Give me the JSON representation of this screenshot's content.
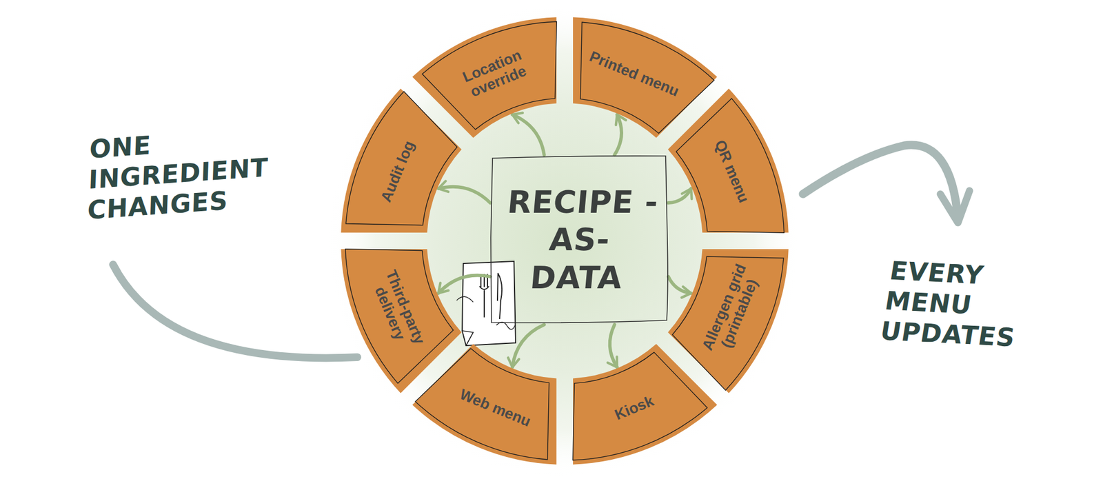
{
  "diagram": {
    "nodes": [
      {
        "text": [
          "RECIPE -AS- DATA"
        ]
      },
      {
        "text": [
          "Location override"
        ]
      },
      {
        "text": [
          "Printed menu"
        ]
      },
      {
        "text": [
          "QR menu"
        ]
      },
      {
        "text": [
          "Allergen grid (printable)"
        ]
      },
      {
        "text": [
          "Kiosk"
        ]
      },
      {
        "text": [
          "Web menu"
        ]
      },
      {
        "text": [
          "Third-party delivery"
        ]
      },
      {
        "text": [
          "Audit log"
        ]
      }
    ],
    "edges": [
      {
        "from": 0,
        "to": 1,
        "arrow": "to"
      },
      {
        "from": 0,
        "to": 2,
        "arrow": "to"
      },
      {
        "from": 0,
        "to": 3,
        "arrow": "to"
      },
      {
        "from": 0,
        "to": 4,
        "arrow": "to"
      },
      {
        "from": 0,
        "to": 5,
        "arrow": "to"
      },
      {
        "from": 0,
        "to": 6,
        "arrow": "to"
      },
      {
        "from": 0,
        "to": 7,
        "arrow": "to"
      },
      {
        "from": 0,
        "to": 8,
        "arrow": "to"
      }
    ],
    "labels": [
      "ONE INGREDIENT CHANGES",
      "EVERY MENU UPDATES"
    ]
  }
}
